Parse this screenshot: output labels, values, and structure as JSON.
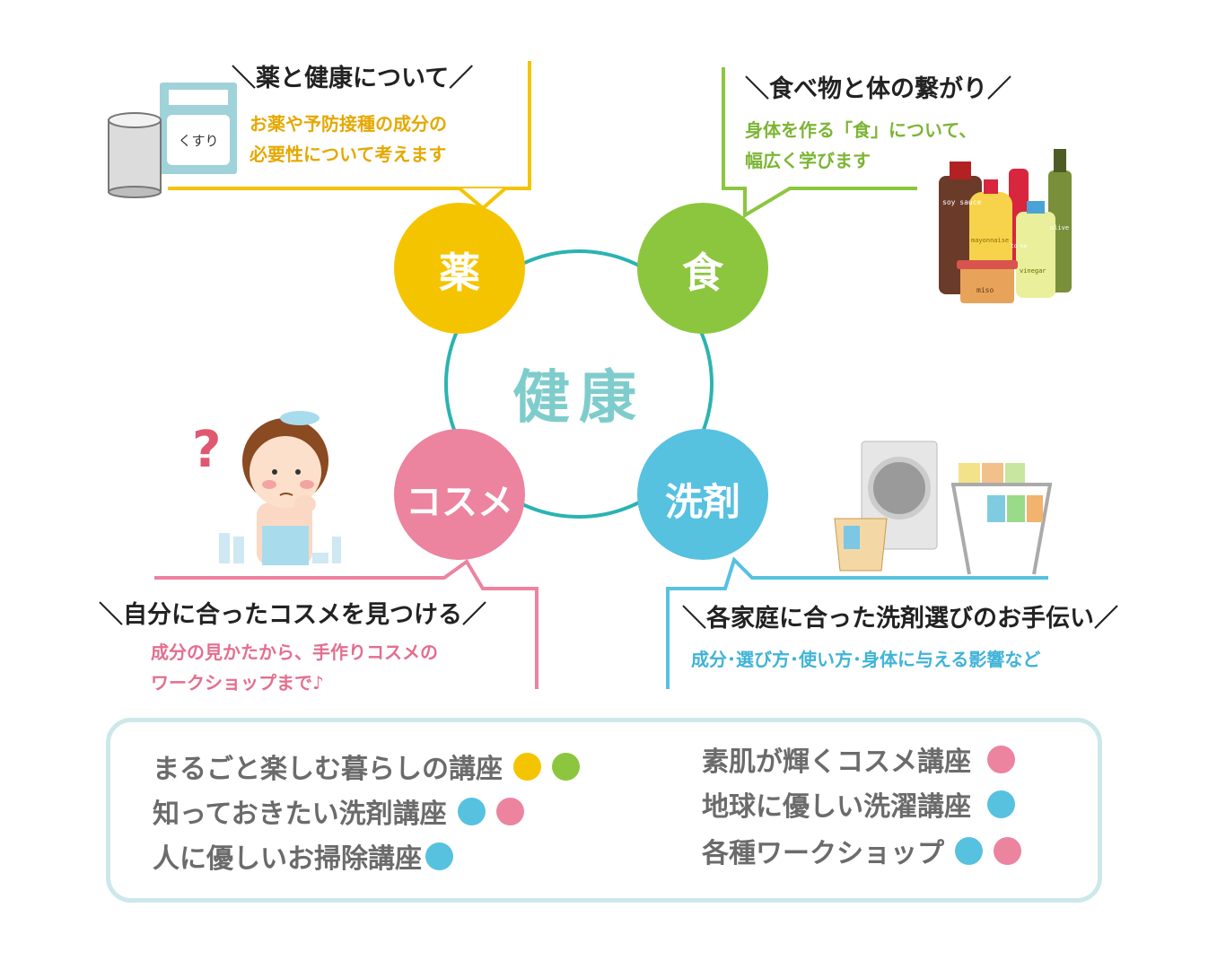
{
  "colors": {
    "yellow": "#f5c400",
    "green": "#8cc63f",
    "pink": "#ec839f",
    "blue": "#57c1e0",
    "teal": "#2bb3b1",
    "center_text": "#7fcccc"
  },
  "center": {
    "label": "健康"
  },
  "nodes": [
    {
      "label": "薬",
      "color": "yellow"
    },
    {
      "label": "食",
      "color": "green"
    },
    {
      "label": "コスメ",
      "color": "pink"
    },
    {
      "label": "洗剤",
      "color": "blue"
    }
  ],
  "sections": {
    "medicine": {
      "title": "＼薬と健康について／",
      "lines": [
        "お薬や予防接種の成分の",
        "必要性について考えます"
      ],
      "icon_label": "くすり"
    },
    "food": {
      "title": "＼食べ物と体の繋がり／",
      "lines": [
        "身体を作る「食」について、",
        "幅広く学びます"
      ],
      "bottle_labels": [
        "soy sauce",
        "mayonnaise",
        "miso",
        "vinegar",
        "olive oil",
        "to ke"
      ]
    },
    "cosme": {
      "title": "＼自分に合ったコスメを見つける／",
      "lines": [
        "成分の見かたから、手作りコスメの",
        "ワークショップまで♪"
      ]
    },
    "detergent": {
      "title": "＼各家庭に合った洗剤選びのお手伝い／",
      "lines": [
        "成分･選び方･使い方･身体に与える影響など"
      ]
    }
  },
  "courses": {
    "left": [
      {
        "label": "まるごと楽しむ暮らしの講座",
        "dots": [
          "yellow",
          "green"
        ]
      },
      {
        "label": "知っておきたい洗剤講座",
        "dots": [
          "blue",
          "pink"
        ]
      },
      {
        "label": "人に優しいお掃除講座",
        "dots": [
          "blue"
        ]
      }
    ],
    "right": [
      {
        "label": "素肌が輝くコスメ講座",
        "dots": [
          "pink"
        ]
      },
      {
        "label": "地球に優しい洗濯講座",
        "dots": [
          "blue"
        ]
      },
      {
        "label": "各種ワークショップ",
        "dots": [
          "blue",
          "pink"
        ]
      }
    ]
  }
}
